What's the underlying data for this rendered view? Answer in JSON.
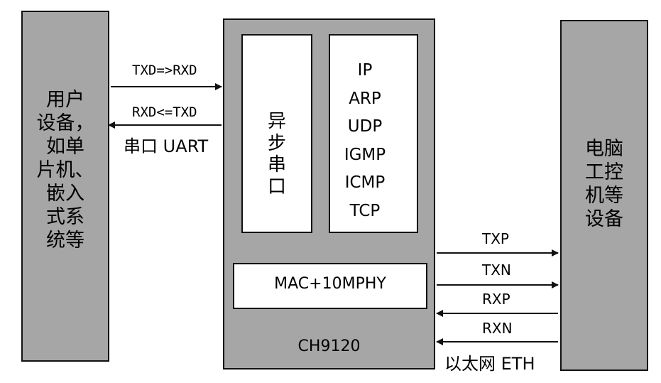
{
  "left_device": {
    "lines": [
      "用户",
      "设备，",
      "如单",
      "片机、",
      "嵌入",
      "式系",
      "统等"
    ]
  },
  "right_device": {
    "lines": [
      "电脑",
      "工控",
      "机等",
      "设备"
    ]
  },
  "chip": {
    "name": "CH9120",
    "uart_block": {
      "lines": [
        "异",
        "步",
        "串",
        "口"
      ]
    },
    "protocols": [
      "IP",
      "ARP",
      "UDP",
      "IGMP",
      "ICMP",
      "TCP"
    ],
    "mac_phy": "MAC+10MPHY"
  },
  "uart_link": {
    "tx_label": "TXD=>RXD",
    "rx_label": "RXD<=TXD",
    "caption": "串口 UART"
  },
  "eth_link": {
    "signals": [
      "TXP",
      "TXN",
      "RXP",
      "RXN"
    ],
    "caption": "以太网 ETH"
  }
}
